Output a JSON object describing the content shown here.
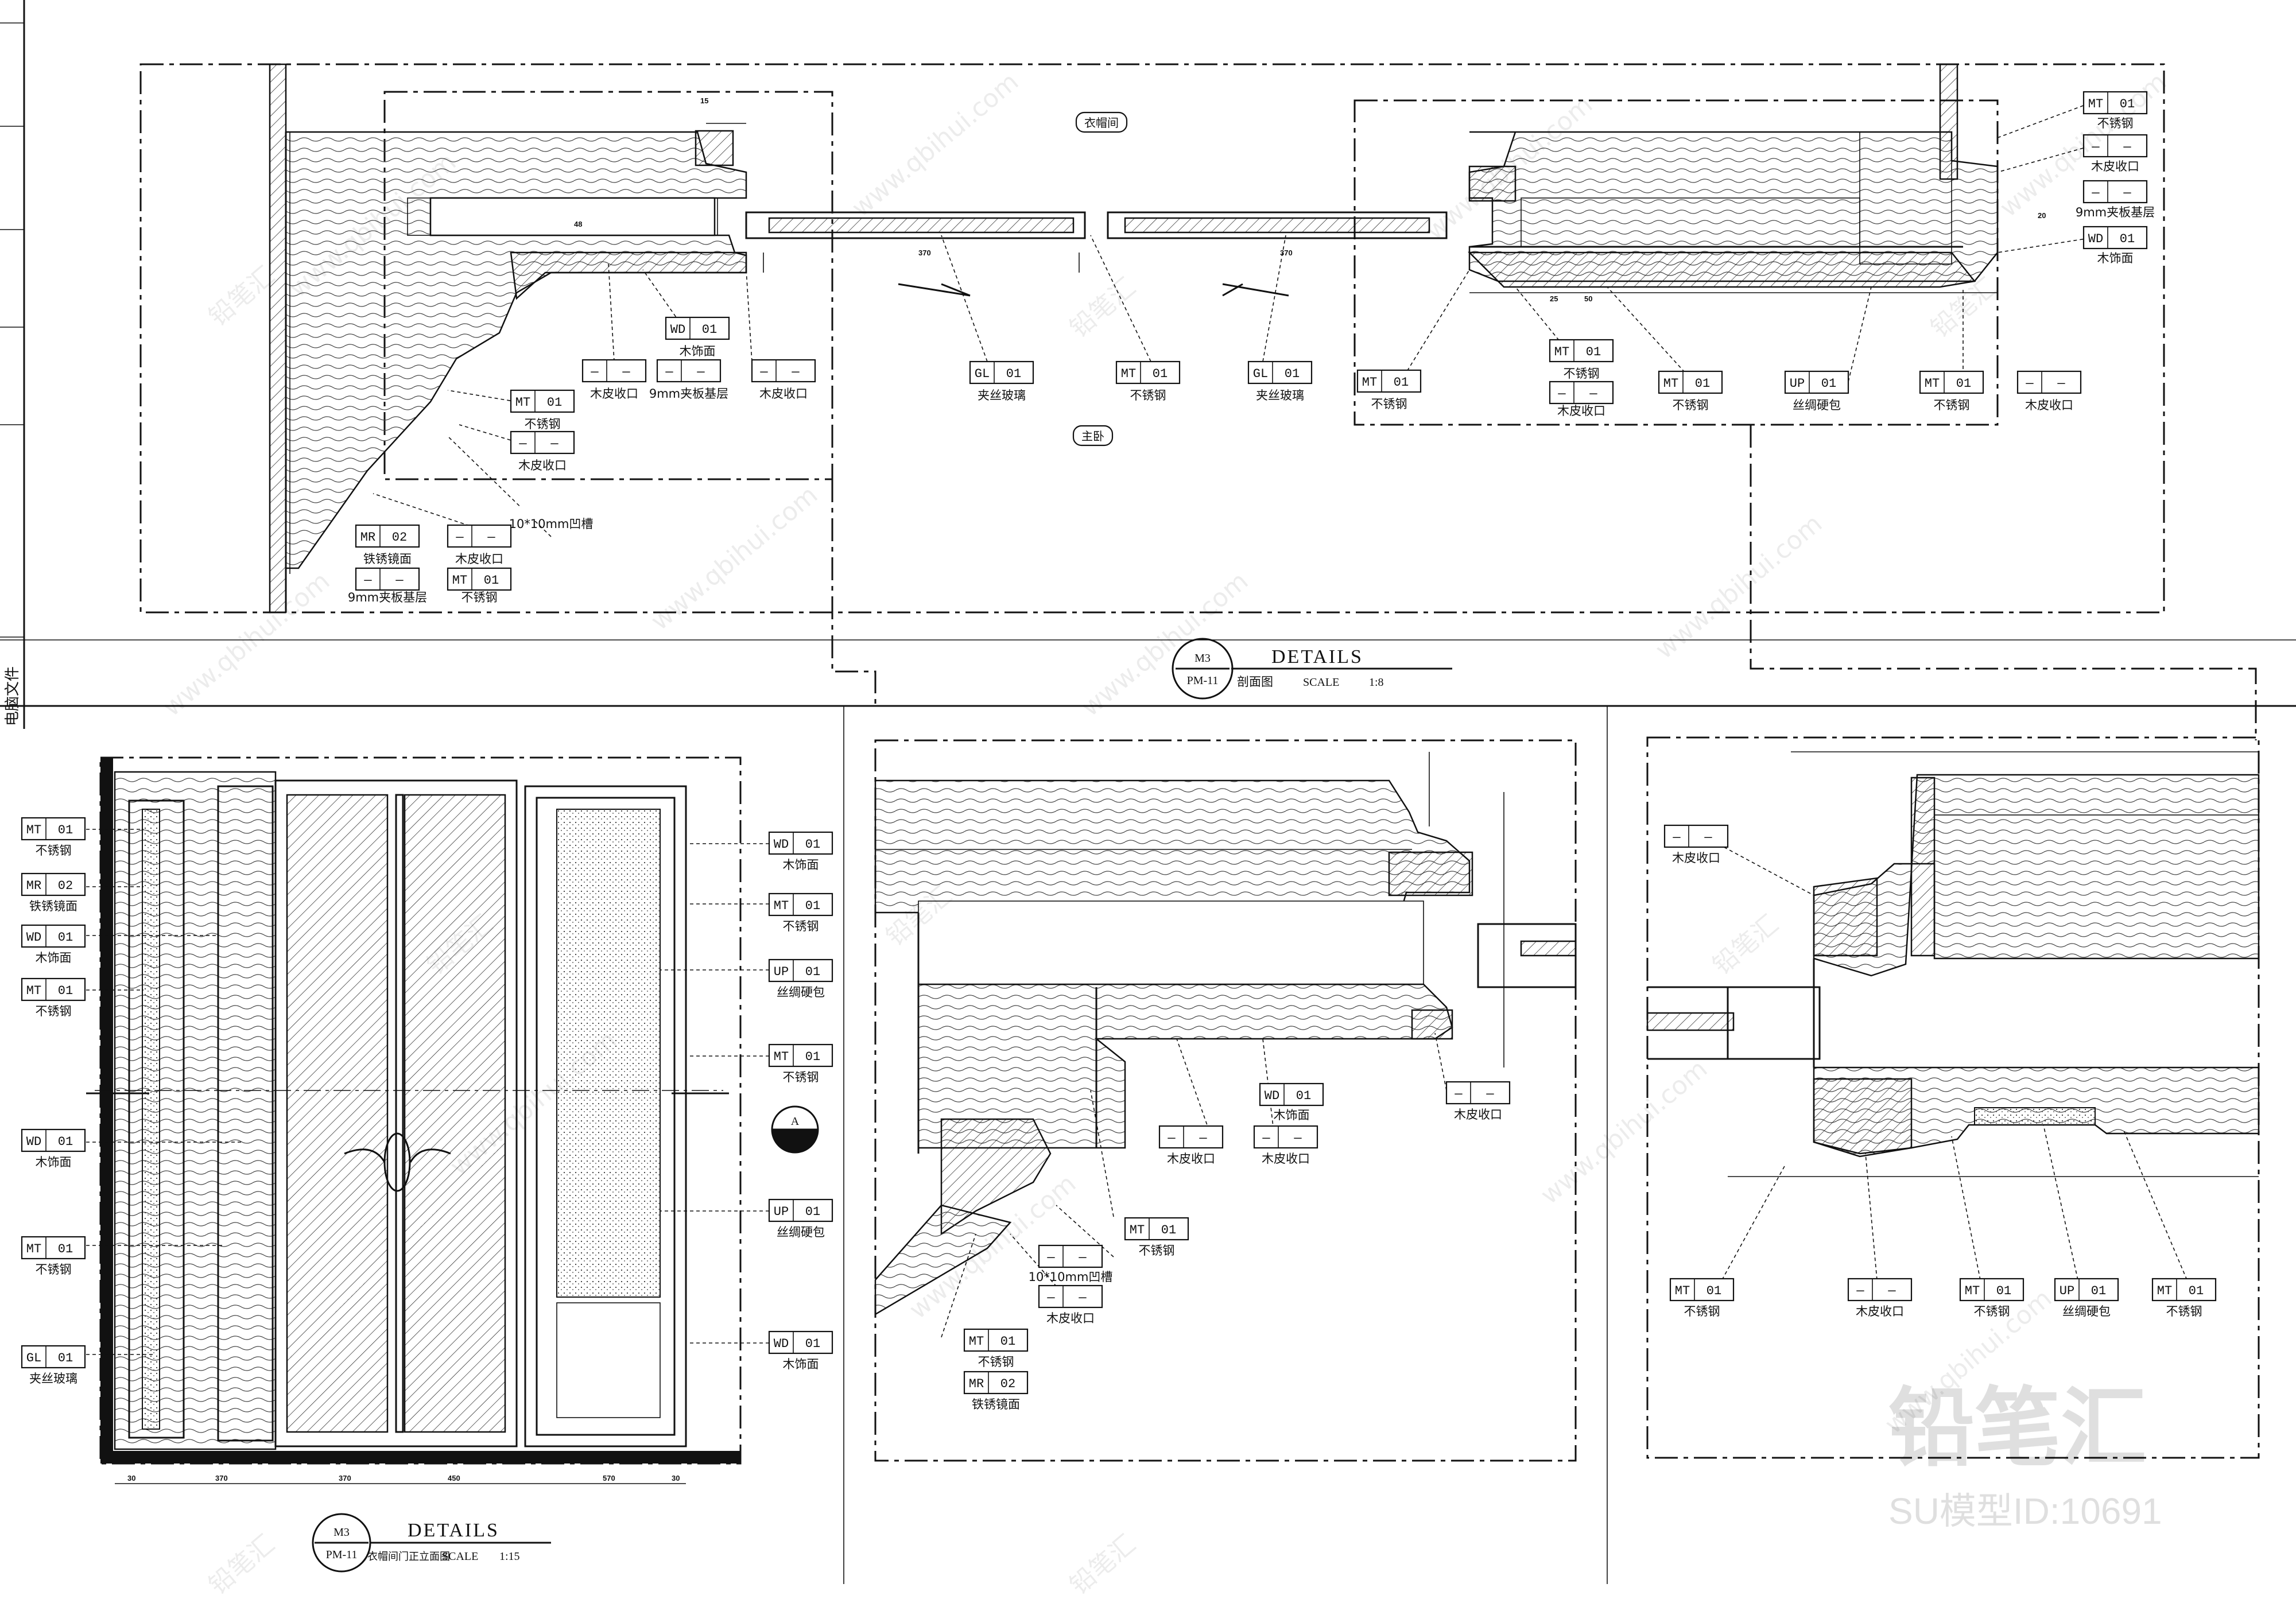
{
  "sidebar": {
    "label": "电脑文件"
  },
  "rooms": {
    "cloakroom": "衣帽间",
    "master_bedroom": "主卧"
  },
  "details_top": {
    "title": "DETAILS",
    "number": "M3",
    "sheet": "PM-11",
    "name": "剖面图",
    "scale_label": "SCALE",
    "scale": "1:8"
  },
  "details_bottom": {
    "title": "DETAILS",
    "number": "M3",
    "sheet": "PM-11",
    "name": "衣帽间门正立面图",
    "scale_label": "SCALE",
    "scale": "1:15"
  },
  "section_marker": {
    "label": "A"
  },
  "materials": {
    "mt01": {
      "code": "MT",
      "num": "01",
      "name": "不锈钢"
    },
    "mr02": {
      "code": "MR",
      "num": "02",
      "name": "铁锈镜面"
    },
    "wd01": {
      "code": "WD",
      "num": "01",
      "name": "木饰面"
    },
    "gl01": {
      "code": "GL",
      "num": "01",
      "name": "夹丝玻璃"
    },
    "up01": {
      "code": "UP",
      "num": "01",
      "name": "丝绸硬包"
    },
    "dash": {
      "code": "—",
      "num": "—",
      "name": "木皮收口"
    },
    "ply": {
      "code": "—",
      "num": "—",
      "name": "9mm夹板基层"
    },
    "groove": {
      "code": "—",
      "num": "—",
      "name": "10*10mm凹槽"
    }
  },
  "watermarks": {
    "site": "www.qbihui.com",
    "brand": "铅笔汇",
    "model_id": "SU模型ID:10691"
  },
  "dimensions": {
    "top": [
      "370",
      "370",
      "48",
      "25",
      "50",
      "15",
      "20"
    ],
    "bottom": [
      "30",
      "370",
      "370",
      "450",
      "570",
      "30"
    ]
  }
}
